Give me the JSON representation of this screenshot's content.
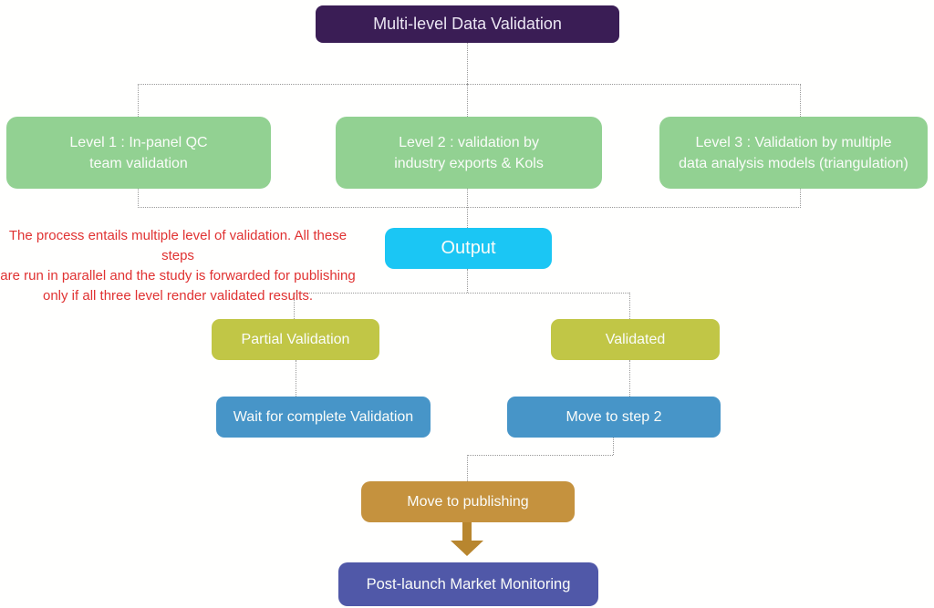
{
  "title": "Multi-level Data Validation",
  "levels": [
    {
      "label": "Level 1 : In-panel QC\nteam validation"
    },
    {
      "label": "Level 2 : validation by\nindustry exports & Kols"
    },
    {
      "label": "Level 3 : Validation by multiple\ndata analysis models (triangulation)"
    }
  ],
  "note": "The process entails multiple level of validation. All these steps\nare run in parallel and the study is forwarded for publishing\nonly if all three level render validated results.",
  "output_label": "Output",
  "outcomes": [
    {
      "label": "Partial Validation"
    },
    {
      "label": "Validated"
    }
  ],
  "actions": [
    {
      "label": "Wait for complete Validation"
    },
    {
      "label": "Move to step 2"
    }
  ],
  "publishing_label": "Move to publishing",
  "post_launch_label": "Post-launch Market Monitoring",
  "colors": {
    "title_bg": "#3a1d55",
    "level_bg": "#92d192",
    "output_bg": "#1bc6f4",
    "outcome_bg": "#c1c646",
    "action_bg": "#4795c8",
    "publishing_bg": "#c5923e",
    "arrow": "#b8862f",
    "post_launch_bg": "#5058a8",
    "note_text": "#e03232",
    "connector": "#999999"
  }
}
